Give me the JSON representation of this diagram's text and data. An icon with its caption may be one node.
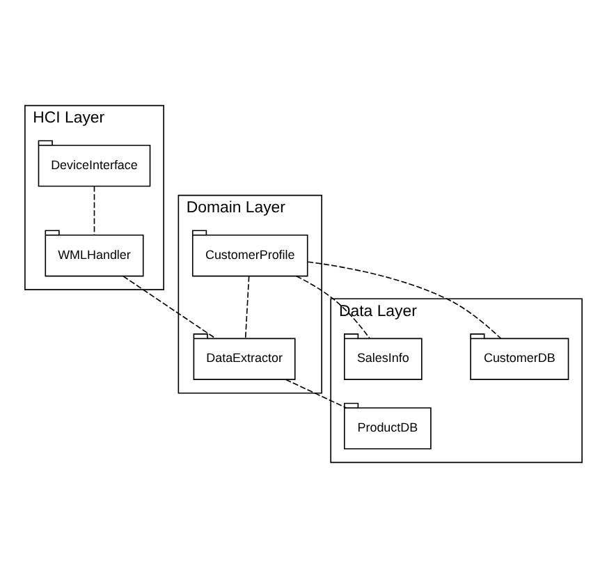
{
  "diagram": {
    "nodes": [
      {
        "text": [
          "HCI Layer"
        ]
      },
      {
        "text": [
          "DeviceInterface"
        ],
        "in": 0
      },
      {
        "text": [
          "WMLHandler"
        ],
        "in": 0
      },
      {
        "text": [
          "Domain Layer"
        ]
      },
      {
        "text": [
          "CustomerProfile"
        ],
        "in": 3
      },
      {
        "text": [
          "DataExtractor"
        ],
        "in": 3
      },
      {
        "text": [
          "Data Layer"
        ]
      },
      {
        "text": [
          "CustomerDB"
        ],
        "in": 6
      },
      {
        "text": [
          "SalesInfo"
        ],
        "in": 6
      },
      {
        "text": [
          "ProductDB"
        ],
        "in": 6
      }
    ],
    "edges": [
      {
        "from": 1,
        "to": 2,
        "arrow": "none",
        "style": "dashed"
      },
      {
        "from": 2,
        "to": 5,
        "arrow": "none",
        "style": "dashed"
      },
      {
        "from": 4,
        "to": 5,
        "arrow": "none",
        "style": "dashed"
      },
      {
        "from": 4,
        "to": 7,
        "arrow": "none",
        "style": "dashed"
      },
      {
        "from": 4,
        "to": 8,
        "arrow": "none",
        "style": "dashed"
      },
      {
        "from": 5,
        "to": 9,
        "arrow": "none",
        "style": "dashed"
      }
    ]
  }
}
